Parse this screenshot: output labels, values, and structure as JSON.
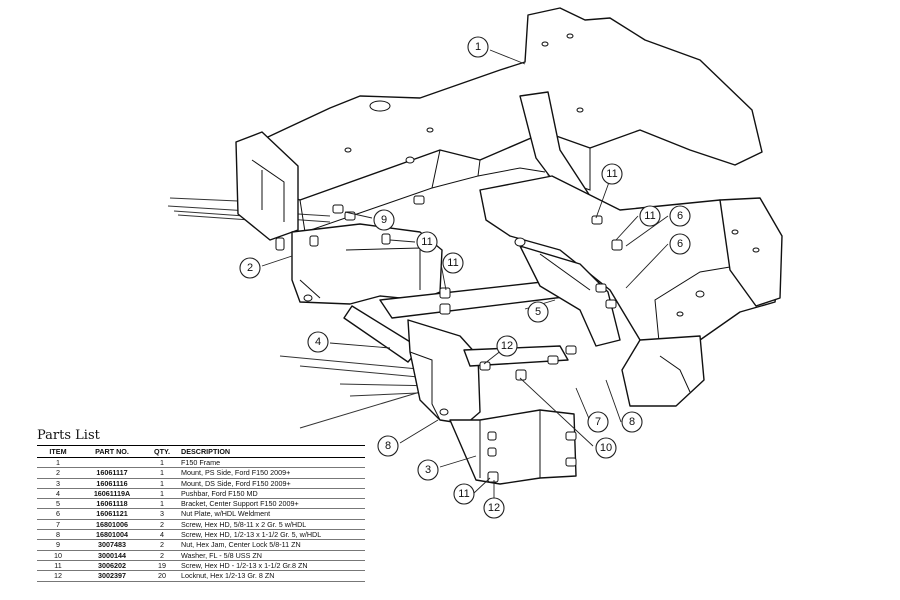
{
  "callouts": [
    "1",
    "2",
    "3",
    "4",
    "5",
    "6",
    "6",
    "7",
    "8",
    "8",
    "9",
    "10",
    "11",
    "11",
    "11",
    "11",
    "11",
    "12",
    "12"
  ],
  "parts_list": {
    "title": "Parts List",
    "columns": [
      "ITEM",
      "PART NO.",
      "QTY.",
      "DESCRIPTION"
    ],
    "rows": [
      {
        "item": "1",
        "part_no": "",
        "qty": "1",
        "description": "F150 Frame"
      },
      {
        "item": "2",
        "part_no": "16061117",
        "qty": "1",
        "description": "Mount, PS Side, Ford F150 2009+"
      },
      {
        "item": "3",
        "part_no": "16061116",
        "qty": "1",
        "description": "Mount, DS Side, Ford F150 2009+"
      },
      {
        "item": "4",
        "part_no": "16061119A",
        "qty": "1",
        "description": "Pushbar, Ford F150 MD"
      },
      {
        "item": "5",
        "part_no": "16061118",
        "qty": "1",
        "description": "Bracket, Center Support F150 2009+"
      },
      {
        "item": "6",
        "part_no": "16061121",
        "qty": "3",
        "description": "Nut Plate, w/HDL Weldment"
      },
      {
        "item": "7",
        "part_no": "16801006",
        "qty": "2",
        "description": "Screw, Hex HD, 5/8-11 x 2 Gr. 5 w/HDL"
      },
      {
        "item": "8",
        "part_no": "16801004",
        "qty": "4",
        "description": "Screw, Hex HD, 1/2-13 x 1-1/2 Gr. 5, w/HDL"
      },
      {
        "item": "9",
        "part_no": "3007483",
        "qty": "2",
        "description": "Nut, Hex Jam, Center Lock 5/8-11 ZN"
      },
      {
        "item": "10",
        "part_no": "3000144",
        "qty": "2",
        "description": "Washer, FL - 5/8 USS ZN"
      },
      {
        "item": "11",
        "part_no": "3006202",
        "qty": "19",
        "description": "Screw, Hex HD - 1/2-13 x 1-1/2 Gr.8 ZN"
      },
      {
        "item": "12",
        "part_no": "3002397",
        "qty": "20",
        "description": "Locknut, Hex 1/2-13 Gr. 8 ZN"
      }
    ]
  }
}
